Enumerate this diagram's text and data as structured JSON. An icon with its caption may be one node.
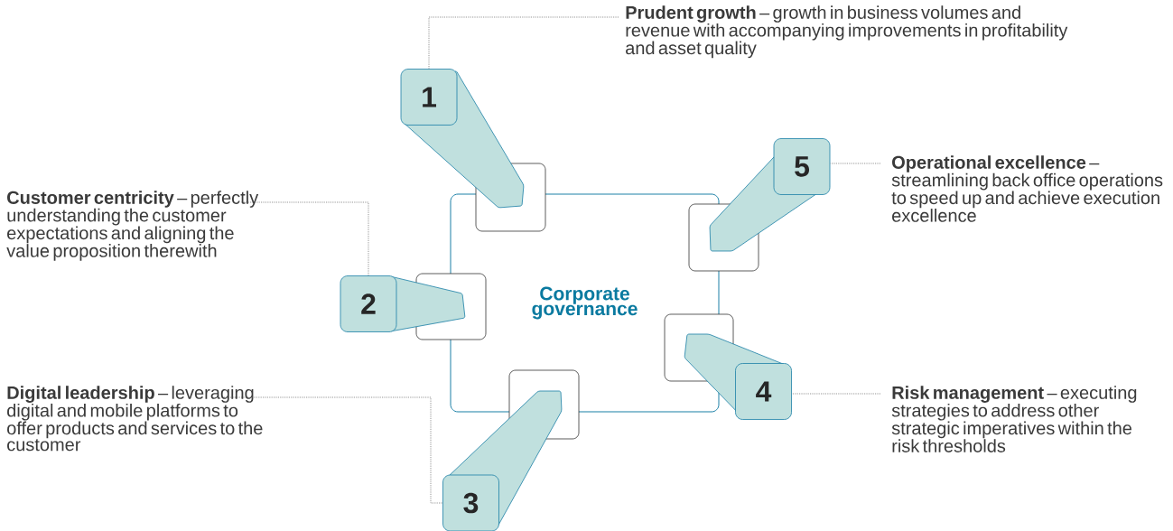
{
  "diagram": {
    "nodes": [
      {
        "text": [
          "Corporate governance"
        ]
      },
      {
        "text": [
          "1"
        ]
      },
      {
        "text": [
          "2"
        ]
      },
      {
        "text": [
          "3"
        ]
      },
      {
        "text": [
          "4"
        ]
      },
      {
        "text": [
          "5"
        ]
      },
      {
        "text": [
          "**Prudent growth** – growth in business volumes and revenue with accompanying improvements in profitability and asset quality"
        ]
      },
      {
        "text": [
          "**Customer centricity** – perfectly understanding the customer expectations and aligning the value proposition therewith"
        ]
      },
      {
        "text": [
          "**Digital leadership** – leveraging digital and mobile platforms to offer products and services to the customer"
        ]
      },
      {
        "text": [
          "**Risk management** – executing strategies to address other strategic imperatives within the risk thresholds"
        ]
      },
      {
        "text": [
          "**Operational excellence** – streamlining back office operations to speed up and achieve execution excellence"
        ]
      }
    ],
    "edges": [
      {
        "from": 6,
        "to": 1,
        "arrow": "none",
        "style": "dashed"
      },
      {
        "from": 7,
        "to": 2,
        "arrow": "none",
        "style": "dashed"
      },
      {
        "from": 8,
        "to": 3,
        "arrow": "none",
        "style": "dashed"
      },
      {
        "from": 9,
        "to": 4,
        "arrow": "none",
        "style": "dashed"
      },
      {
        "from": 10,
        "to": 5,
        "arrow": "none",
        "style": "dashed"
      }
    ]
  }
}
